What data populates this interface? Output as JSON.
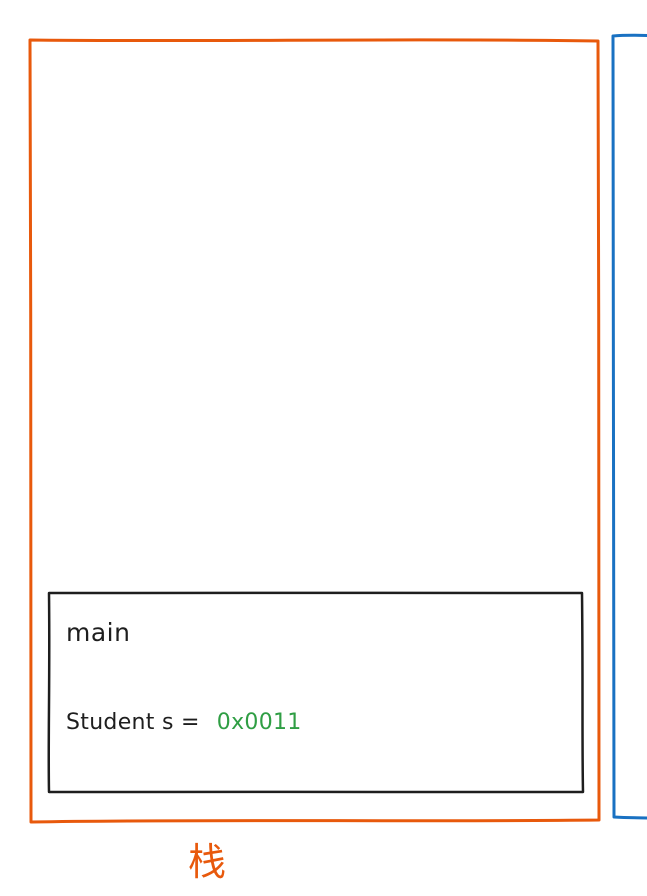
{
  "colors": {
    "stack_border": "#e8590c",
    "heap_border": "#1971c2",
    "frame_border": "#1e1e1e",
    "text": "#1e1e1e",
    "value": "#2f9e44",
    "caption": "#e8590c"
  },
  "stack": {
    "caption": "栈",
    "frame": {
      "title": "main",
      "declaration": "Student s =",
      "value": "0x0011"
    }
  }
}
